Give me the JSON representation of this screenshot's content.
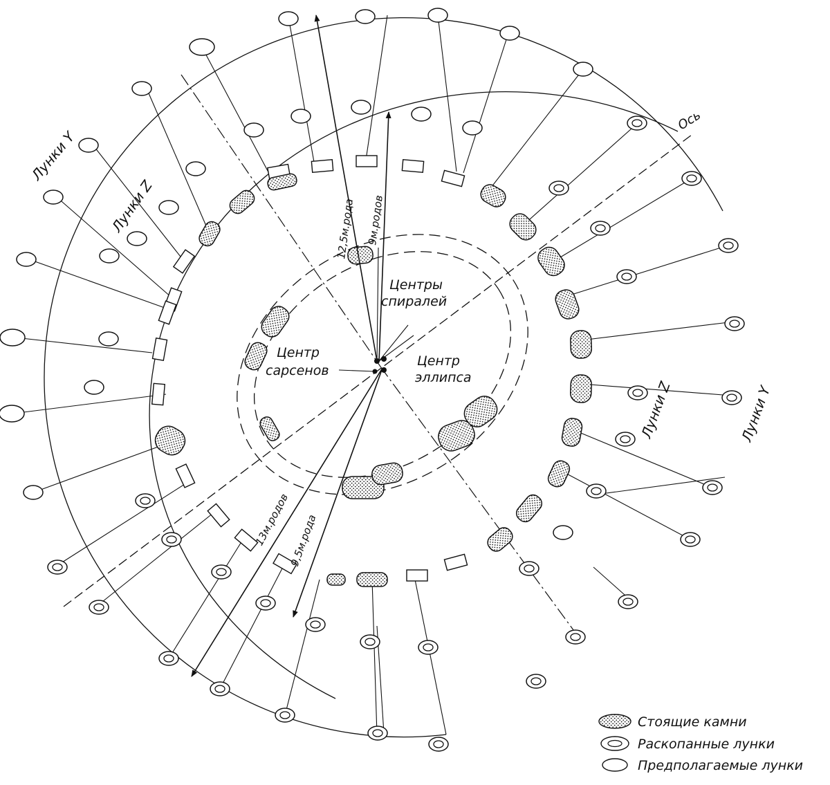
{
  "labels": {
    "axis": "Ось",
    "y_holes_left": "Лунки Y",
    "z_holes_left": "Лунки Z",
    "z_holes_right": "Лунки Z",
    "y_holes_right": "Лунки Y",
    "spiral_centers_line1": "Центры",
    "spiral_centers_line2": "спиралей",
    "sarsen_center_line1": "Центр",
    "sarsen_center_line2": "сарсенов",
    "ellipse_center_line1": "Центр",
    "ellipse_center_line2": "эллипса"
  },
  "measures": {
    "r1": "12,5м.рода",
    "r2": "9м.родов",
    "r3": "13м.родов",
    "r4": "9,5м.рода"
  },
  "legend": [
    {
      "kind": "standing",
      "label": "Стоящие камни"
    },
    {
      "kind": "excavated",
      "label": "Раскопанные лунки"
    },
    {
      "kind": "supposed",
      "label": "Предполагаемые лунки"
    }
  ],
  "colors": {
    "ink": "#111111",
    "paper": "#ffffff"
  }
}
